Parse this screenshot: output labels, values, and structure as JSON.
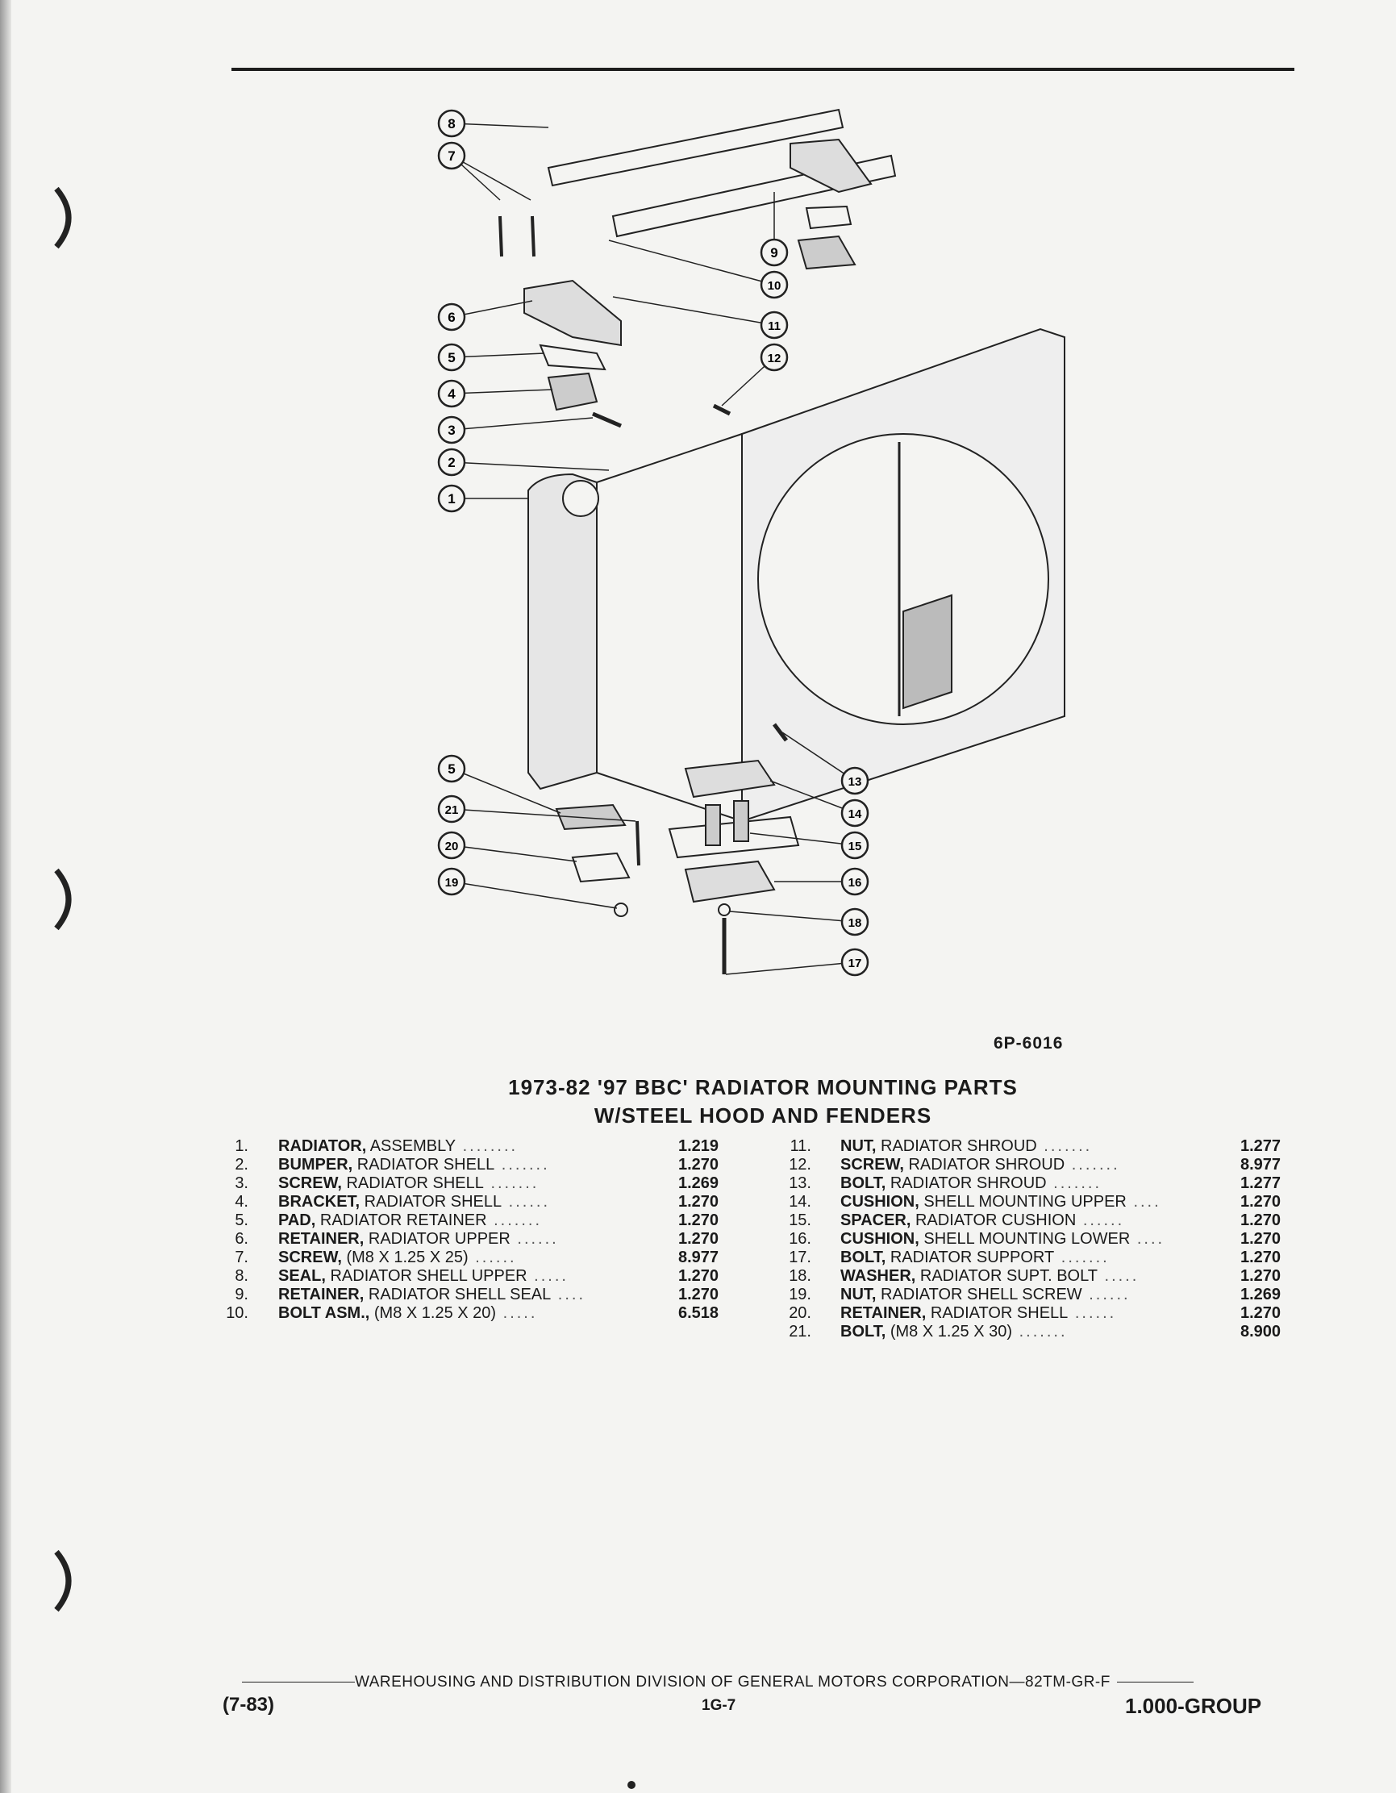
{
  "figure": {
    "code": "6P-6016"
  },
  "title": {
    "line1": "1973-82 '97 BBC' RADIATOR MOUNTING PARTS",
    "line2": "W/STEEL HOOD AND FENDERS"
  },
  "callouts": [
    "1",
    "2",
    "3",
    "4",
    "5",
    "6",
    "7",
    "8",
    "9",
    "10",
    "11",
    "12",
    "13",
    "14",
    "15",
    "16",
    "17",
    "18",
    "19",
    "20",
    "21",
    "5"
  ],
  "parts_left": [
    {
      "num": "1.",
      "bold": "RADIATOR,",
      "rest": " ASSEMBLY",
      "code": "1.219"
    },
    {
      "num": "2.",
      "bold": "BUMPER,",
      "rest": " RADIATOR SHELL",
      "code": "1.270"
    },
    {
      "num": "3.",
      "bold": "SCREW,",
      "rest": " RADIATOR SHELL",
      "code": "1.269"
    },
    {
      "num": "4.",
      "bold": "BRACKET,",
      "rest": " RADIATOR SHELL",
      "code": "1.270"
    },
    {
      "num": "5.",
      "bold": "PAD,",
      "rest": " RADIATOR RETAINER",
      "code": "1.270"
    },
    {
      "num": "6.",
      "bold": "RETAINER,",
      "rest": " RADIATOR UPPER",
      "code": "1.270"
    },
    {
      "num": "7.",
      "bold": "SCREW,",
      "rest": " (M8 X 1.25 X 25)",
      "code": "8.977"
    },
    {
      "num": "8.",
      "bold": "SEAL,",
      "rest": " RADIATOR SHELL UPPER",
      "code": "1.270"
    },
    {
      "num": "9.",
      "bold": "RETAINER,",
      "rest": " RADIATOR SHELL SEAL",
      "code": "1.270"
    },
    {
      "num": "10.",
      "bold": "BOLT ASM.,",
      "rest": " (M8 X 1.25 X 20)",
      "code": "6.518"
    }
  ],
  "parts_right": [
    {
      "num": "11.",
      "bold": "NUT,",
      "rest": " RADIATOR SHROUD",
      "code": "1.277"
    },
    {
      "num": "12.",
      "bold": "SCREW,",
      "rest": " RADIATOR SHROUD",
      "code": "8.977"
    },
    {
      "num": "13.",
      "bold": "BOLT,",
      "rest": " RADIATOR SHROUD",
      "code": "1.277"
    },
    {
      "num": "14.",
      "bold": "CUSHION,",
      "rest": " SHELL MOUNTING UPPER",
      "code": "1.270"
    },
    {
      "num": "15.",
      "bold": "SPACER,",
      "rest": " RADIATOR CUSHION",
      "code": "1.270"
    },
    {
      "num": "16.",
      "bold": "CUSHION,",
      "rest": " SHELL MOUNTING LOWER",
      "code": "1.270"
    },
    {
      "num": "17.",
      "bold": "BOLT,",
      "rest": " RADIATOR SUPPORT",
      "code": "1.270"
    },
    {
      "num": "18.",
      "bold": "WASHER,",
      "rest": " RADIATOR SUPT. BOLT",
      "code": "1.270"
    },
    {
      "num": "19.",
      "bold": "NUT,",
      "rest": " RADIATOR SHELL SCREW",
      "code": "1.269"
    },
    {
      "num": "20.",
      "bold": "RETAINER,",
      "rest": " RADIATOR SHELL",
      "code": "1.270"
    },
    {
      "num": "21.",
      "bold": "BOLT,",
      "rest": " (M8 X 1.25 X 30)",
      "code": "8.900"
    }
  ],
  "footer": {
    "division": "WAREHOUSING AND DISTRIBUTION  DIVISION OF GENERAL MOTORS CORPORATION—82TM-GR-F",
    "date": "(7-83)",
    "page": "1G-7",
    "group": "1.000-GROUP"
  }
}
